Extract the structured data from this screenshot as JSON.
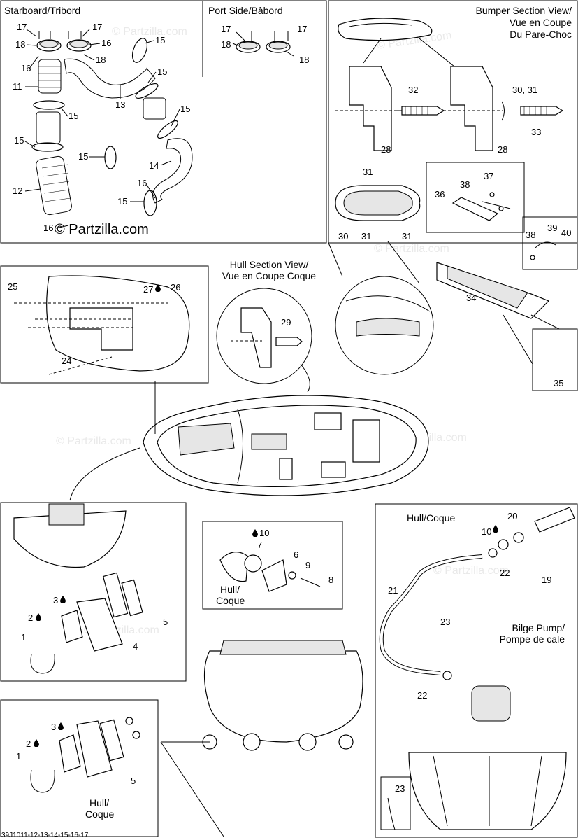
{
  "titles": {
    "starboard": "Starboard/Tribord",
    "port": "Port Side/Bâbord",
    "bumper_1": "Bumper Section View/",
    "bumper_2": "Vue en Coupe",
    "bumper_3": "Du Pare-Choc",
    "hull_section_1": "Hull Section View/",
    "hull_section_2": "Vue en Coupe Coque",
    "hull_coque_right": "Hull/Coque",
    "bilge_1": "Bilge Pump/",
    "bilge_2": "Pompe de cale",
    "hull_mid_1": "Hull/",
    "hull_mid_2": "Coque",
    "hull_bot_1": "Hull/",
    "hull_bot_2": "Coque"
  },
  "watermark": "© Partzilla.com",
  "brand": "© Partzilla.com",
  "caption": "39J1011-12-13-14-15-16-17",
  "callouts": {
    "starboard": [
      "17",
      "17",
      "18",
      "16",
      "16",
      "18",
      "15",
      "11",
      "13",
      "15",
      "15",
      "15",
      "15",
      "15",
      "14",
      "16",
      "15",
      "12",
      "16"
    ],
    "port": [
      "17",
      "17",
      "18",
      "18"
    ],
    "bumper": [
      "32",
      "30, 31",
      "28",
      "28",
      "33"
    ],
    "top_view": [
      "31",
      "30",
      "31",
      "31"
    ],
    "bracket": [
      "36",
      "37",
      "38"
    ],
    "clip": [
      "38",
      "39",
      "40"
    ],
    "basket": [
      "34",
      "35"
    ],
    "side_panel": [
      "25",
      "27",
      "26",
      "24"
    ],
    "hull_section": [
      "29"
    ],
    "drain": [
      "10",
      "7",
      "6",
      "9",
      "8"
    ],
    "left_mount": [
      "3",
      "2",
      "1",
      "4",
      "5"
    ],
    "bottom_mount": [
      "3",
      "2",
      "1",
      "5"
    ],
    "bilge": [
      "20",
      "10",
      "22",
      "19",
      "21",
      "23",
      "22",
      "23"
    ]
  }
}
